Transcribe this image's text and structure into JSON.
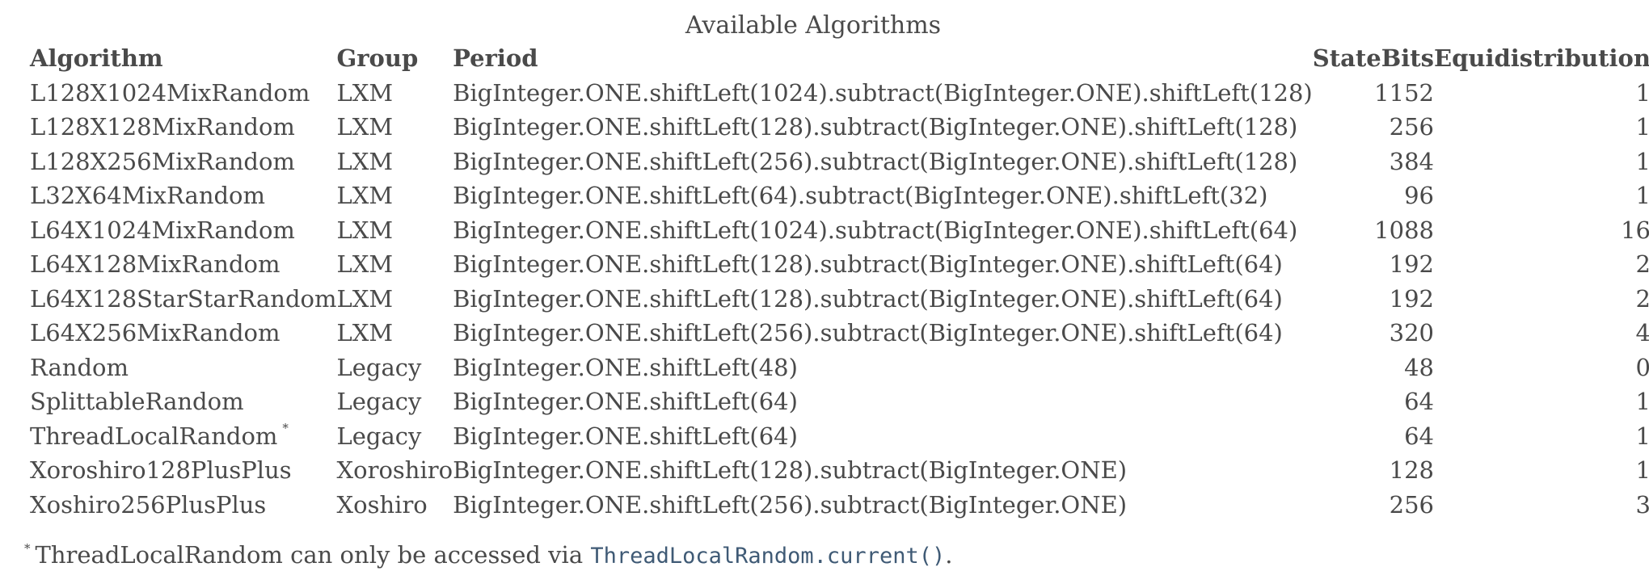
{
  "caption": "Available Algorithms",
  "columns": {
    "algorithm": "Algorithm",
    "group": "Group",
    "period": "Period",
    "statebits": "StateBits",
    "equidistribution": "Equidistribution"
  },
  "rows": [
    {
      "algorithm": "L128X1024MixRandom",
      "group": "LXM",
      "period": "BigInteger.ONE.shiftLeft(1024).subtract(BigInteger.ONE).shiftLeft(128)",
      "statebits": "1152",
      "equidistribution": "1",
      "footnote": ""
    },
    {
      "algorithm": "L128X128MixRandom",
      "group": "LXM",
      "period": "BigInteger.ONE.shiftLeft(128).subtract(BigInteger.ONE).shiftLeft(128)",
      "statebits": "256",
      "equidistribution": "1",
      "footnote": ""
    },
    {
      "algorithm": "L128X256MixRandom",
      "group": "LXM",
      "period": "BigInteger.ONE.shiftLeft(256).subtract(BigInteger.ONE).shiftLeft(128)",
      "statebits": "384",
      "equidistribution": "1",
      "footnote": ""
    },
    {
      "algorithm": "L32X64MixRandom",
      "group": "LXM",
      "period": "BigInteger.ONE.shiftLeft(64).subtract(BigInteger.ONE).shiftLeft(32)",
      "statebits": "96",
      "equidistribution": "1",
      "footnote": ""
    },
    {
      "algorithm": "L64X1024MixRandom",
      "group": "LXM",
      "period": "BigInteger.ONE.shiftLeft(1024).subtract(BigInteger.ONE).shiftLeft(64)",
      "statebits": "1088",
      "equidistribution": "16",
      "footnote": ""
    },
    {
      "algorithm": "L64X128MixRandom",
      "group": "LXM",
      "period": "BigInteger.ONE.shiftLeft(128).subtract(BigInteger.ONE).shiftLeft(64)",
      "statebits": "192",
      "equidistribution": "2",
      "footnote": ""
    },
    {
      "algorithm": "L64X128StarStarRandom",
      "group": "LXM",
      "period": "BigInteger.ONE.shiftLeft(128).subtract(BigInteger.ONE).shiftLeft(64)",
      "statebits": "192",
      "equidistribution": "2",
      "footnote": ""
    },
    {
      "algorithm": "L64X256MixRandom",
      "group": "LXM",
      "period": "BigInteger.ONE.shiftLeft(256).subtract(BigInteger.ONE).shiftLeft(64)",
      "statebits": "320",
      "equidistribution": "4",
      "footnote": ""
    },
    {
      "algorithm": "Random",
      "group": "Legacy",
      "period": "BigInteger.ONE.shiftLeft(48)",
      "statebits": "48",
      "equidistribution": "0",
      "footnote": ""
    },
    {
      "algorithm": "SplittableRandom",
      "group": "Legacy",
      "period": "BigInteger.ONE.shiftLeft(64)",
      "statebits": "64",
      "equidistribution": "1",
      "footnote": ""
    },
    {
      "algorithm": "ThreadLocalRandom",
      "group": "Legacy",
      "period": "BigInteger.ONE.shiftLeft(64)",
      "statebits": "64",
      "equidistribution": "1",
      "footnote": "*"
    },
    {
      "algorithm": "Xoroshiro128PlusPlus",
      "group": "Xoroshiro",
      "period": "BigInteger.ONE.shiftLeft(128).subtract(BigInteger.ONE)",
      "statebits": "128",
      "equidistribution": "1",
      "footnote": ""
    },
    {
      "algorithm": "Xoshiro256PlusPlus",
      "group": "Xoshiro",
      "period": "BigInteger.ONE.shiftLeft(256).subtract(BigInteger.ONE)",
      "statebits": "256",
      "equidistribution": "3",
      "footnote": ""
    }
  ],
  "footnote": {
    "marker": "*",
    "text_before": "ThreadLocalRandom can only be accessed via ",
    "code": "ThreadLocalRandom.current()",
    "text_after": "."
  },
  "colors": {
    "text": "#4a4a4a",
    "code": "#3f5a75"
  }
}
